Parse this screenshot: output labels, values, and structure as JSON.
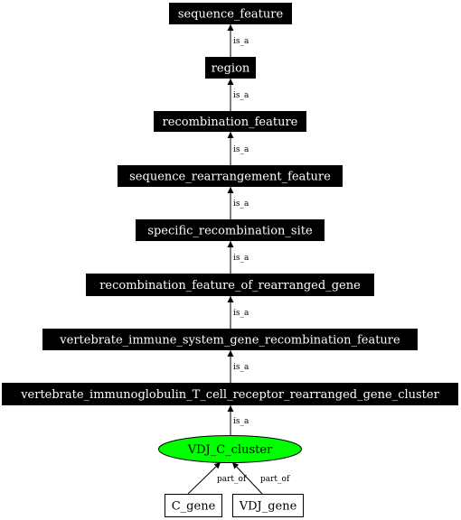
{
  "colors": {
    "background": "#ffffff",
    "term_fill": "#000000",
    "term_text": "#ffffff",
    "focus_fill": "#00ff00",
    "part_fill": "#ffffff",
    "line": "#000000"
  },
  "nodes": {
    "sequence_feature": "sequence_feature",
    "region": "region",
    "recombination_feature": "recombination_feature",
    "sequence_rearrangement_feature": "sequence_rearrangement_feature",
    "specific_recombination_site": "specific_recombination_site",
    "recombination_feature_of_rearranged_gene": "recombination_feature_of_rearranged_gene",
    "vertebrate_immune_system_gene_recombination_feature": "vertebrate_immune_system_gene_recombination_feature",
    "vertebrate_immunoglobulin_T_cell_receptor_rearranged_gene_cluster": "vertebrate_immunoglobulin_T_cell_receptor_rearranged_gene_cluster",
    "VDJ_C_cluster": "VDJ_C_cluster",
    "C_gene": "C_gene",
    "VDJ_gene": "VDJ_gene"
  },
  "edges": {
    "is_a": "is_a",
    "part_of": "part_of"
  }
}
